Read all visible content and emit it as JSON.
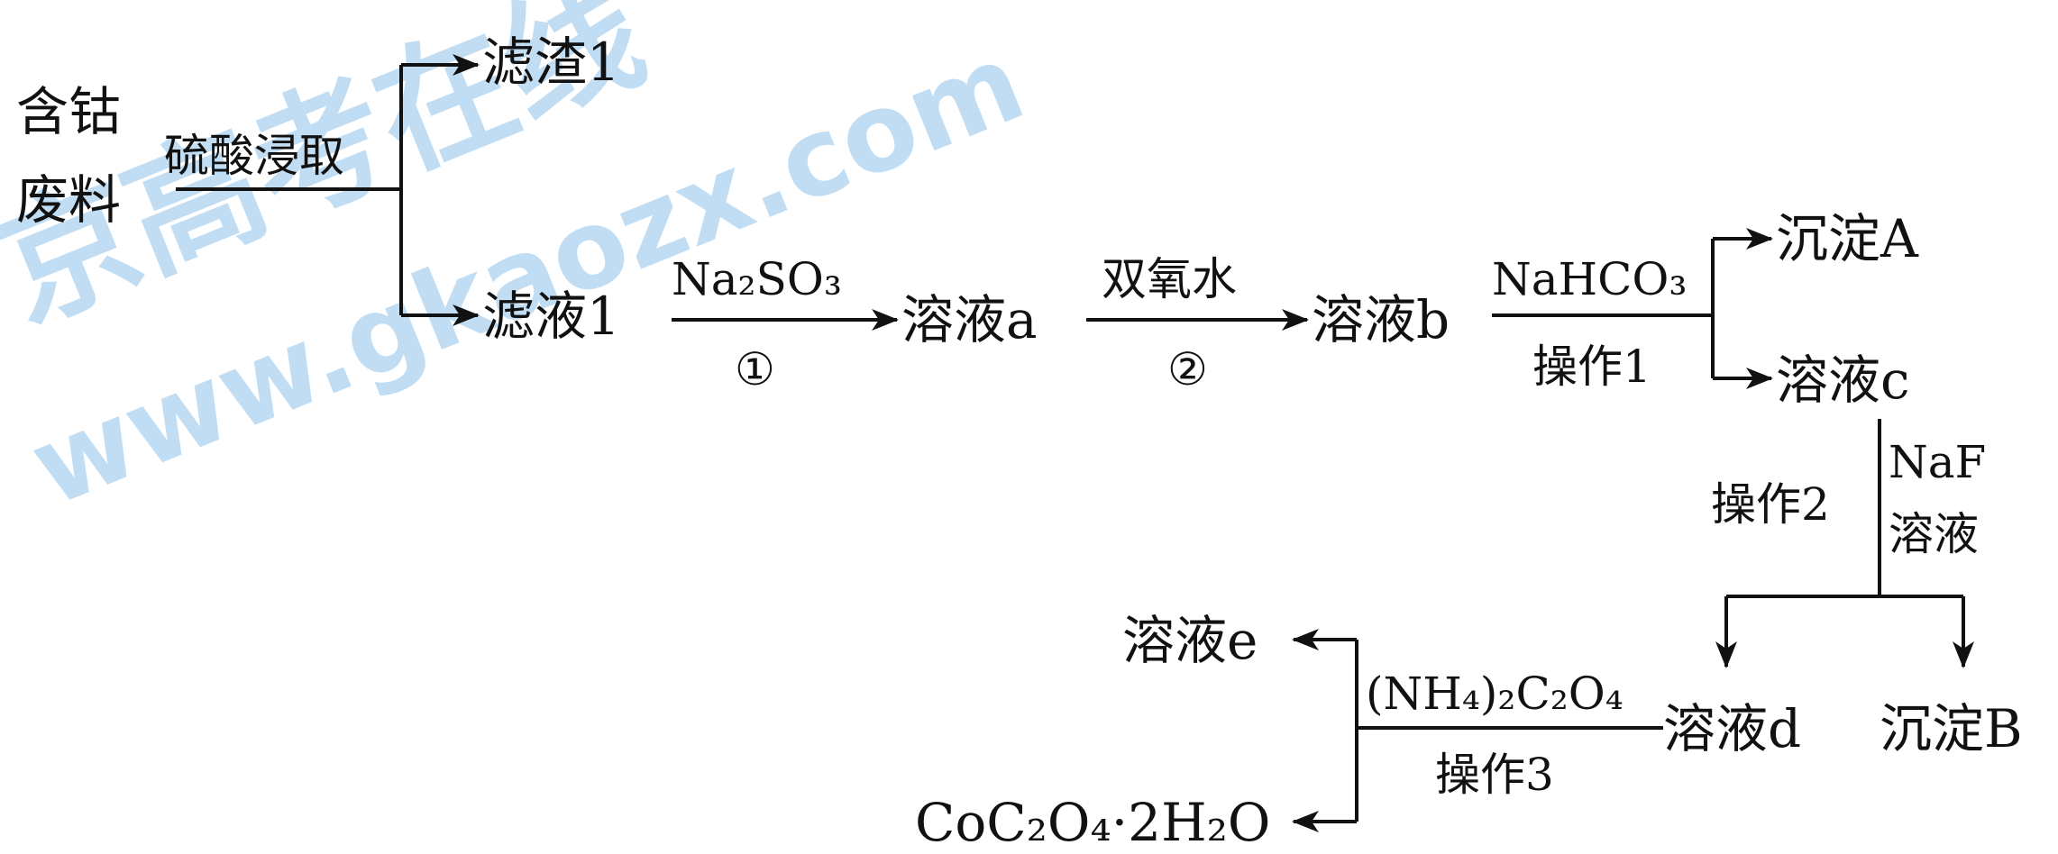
{
  "watermark": {
    "chinese": "京高考在线",
    "url": "www.gkaozx.com",
    "color": "#8fc3ec"
  },
  "nodes": {
    "raw_material": [
      "含钴",
      "废料"
    ],
    "residue_1": "滤渣1",
    "filtrate_1": "滤液1",
    "solution_a": "溶液a",
    "solution_b": "溶液b",
    "precipitate_a": "沉淀A",
    "solution_c": "溶液c",
    "solution_d": "溶液d",
    "precipitate_b": "沉淀B",
    "solution_e": "溶液e",
    "product": "CoC₂O₄·2H₂O"
  },
  "labels": {
    "leach": "硫酸浸取",
    "reagent_1": "Na₂SO₃",
    "step_1": "①",
    "reagent_2": "双氧水",
    "step_2": "②",
    "reagent_3": "NaHCO₃",
    "operation_1": "操作1",
    "reagent_4": [
      "NaF",
      "溶液"
    ],
    "operation_2": "操作2",
    "reagent_5": "(NH₄)₂C₂O₄",
    "operation_3": "操作3"
  }
}
